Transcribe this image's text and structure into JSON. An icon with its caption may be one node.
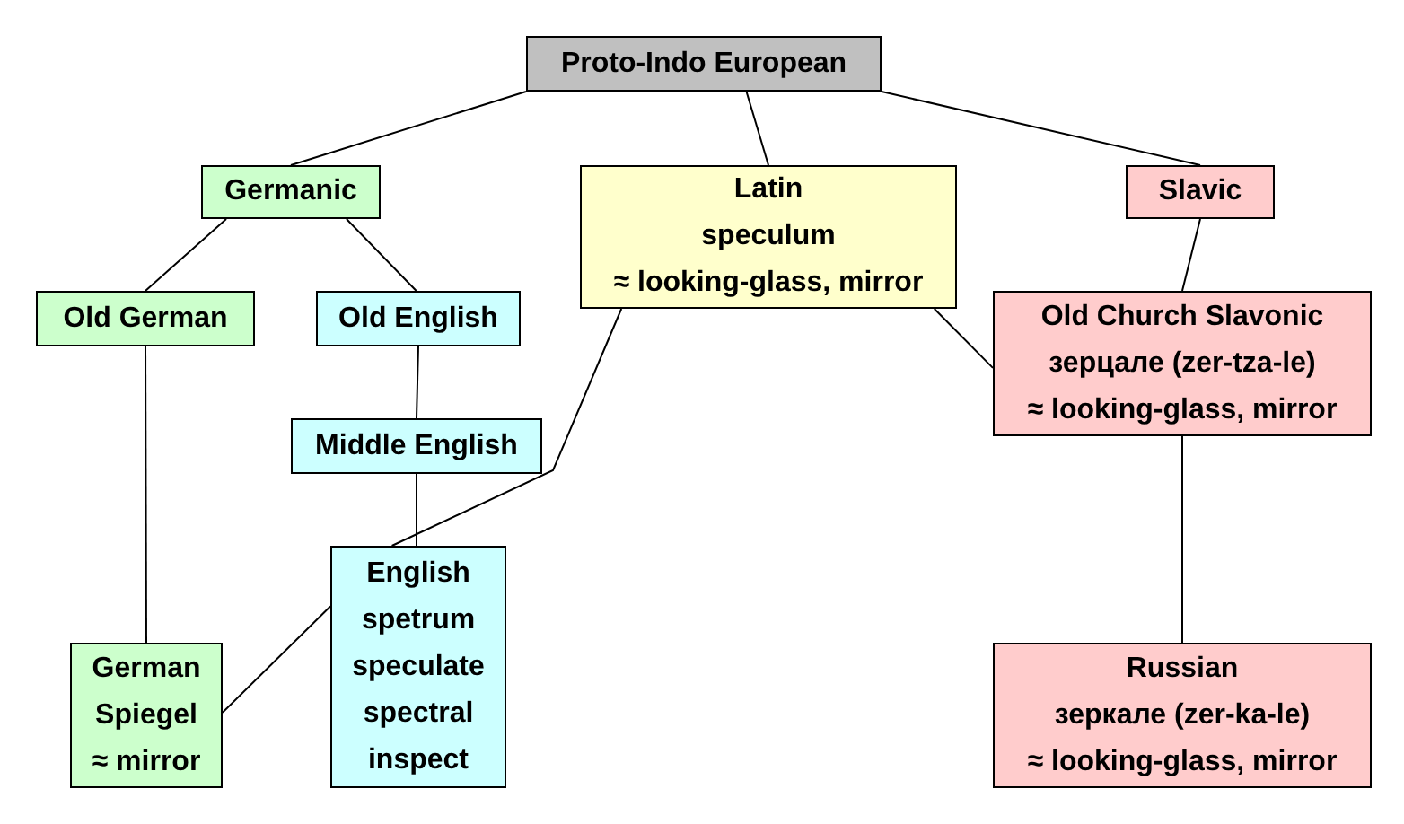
{
  "diagram": {
    "nodes": [
      {
        "text": [
          "Proto-Indo European"
        ]
      },
      {
        "text": [
          "Germanic"
        ]
      },
      {
        "text": [
          "Latin",
          "speculum",
          "≈ looking-glass, mirror"
        ]
      },
      {
        "text": [
          "Slavic"
        ]
      },
      {
        "text": [
          "Old German"
        ]
      },
      {
        "text": [
          "Old English"
        ]
      },
      {
        "text": [
          "Old Church Slavonic",
          "зерцале (zer-tza-le)",
          "≈ looking-glass, mirror"
        ]
      },
      {
        "text": [
          "Middle English"
        ]
      },
      {
        "text": [
          "English",
          "spetrum",
          "speculate",
          "spectral",
          "inspect"
        ]
      },
      {
        "text": [
          "German",
          "Spiegel",
          "≈ mirror"
        ]
      },
      {
        "text": [
          "Russian",
          "зеркале (zer-ka-le)",
          "≈ looking-glass, mirror"
        ]
      }
    ],
    "edges": [
      {
        "from": 0,
        "to": 1,
        "arrow": "none"
      },
      {
        "from": 0,
        "to": 2,
        "arrow": "none"
      },
      {
        "from": 0,
        "to": 3,
        "arrow": "none"
      },
      {
        "from": 1,
        "to": 4,
        "arrow": "none"
      },
      {
        "from": 1,
        "to": 5,
        "arrow": "none"
      },
      {
        "from": 5,
        "to": 7,
        "arrow": "none"
      },
      {
        "from": 7,
        "to": 8,
        "arrow": "none"
      },
      {
        "from": 2,
        "to": 8,
        "arrow": "none"
      },
      {
        "from": 2,
        "to": 6,
        "arrow": "none"
      },
      {
        "from": 4,
        "to": 9,
        "arrow": "none"
      },
      {
        "from": 3,
        "to": 6,
        "arrow": "none"
      },
      {
        "from": 6,
        "to": 10,
        "arrow": "none"
      },
      {
        "from": 8,
        "to": 9,
        "arrow": "none"
      }
    ]
  }
}
